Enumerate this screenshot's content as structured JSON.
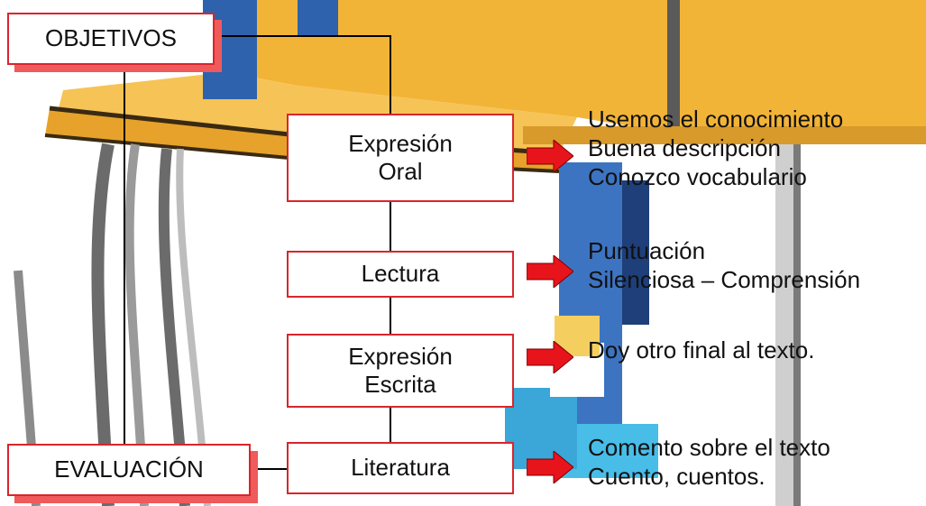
{
  "colors": {
    "box_border": "#d8262c",
    "box_shadow": "#ef5a5a",
    "arrow": "#e8141b",
    "connector": "#000000"
  },
  "labels": {
    "objetivos": "OBJETIVOS",
    "evaluacion": "EVALUACIÓN"
  },
  "topics": {
    "expresion_oral": [
      "Expresión",
      "Oral"
    ],
    "lectura": "Lectura",
    "expresion_escrita": [
      "Expresión",
      "Escrita"
    ],
    "literatura": "Literatura"
  },
  "outcomes": {
    "expresion_oral": [
      "Usemos el conocimiento",
      "Buena descripción",
      "Conozco vocabulario"
    ],
    "lectura": [
      "Puntuación",
      "Silenciosa – Comprensión"
    ],
    "expresion_escrita": [
      "Doy otro final al texto."
    ],
    "literatura": [
      "Comento sobre el texto",
      "Cuento, cuentos."
    ]
  }
}
